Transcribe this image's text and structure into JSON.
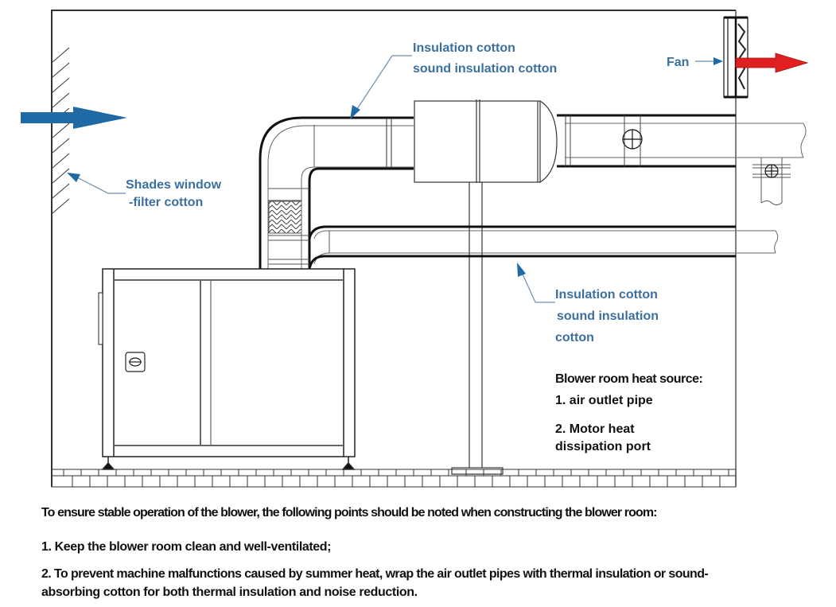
{
  "diagram": {
    "title": "Blower room layout",
    "labels": {
      "top_insulation_line1": "Insulation cotton",
      "top_insulation_line2": "sound insulation cotton",
      "fan": "Fan",
      "shades_line1": "Shades  window",
      "shades_line2": "-filter cotton",
      "lower_insulation_line1": "Insulation cotton",
      "lower_insulation_line2": "sound insulation",
      "lower_insulation_line3": "cotton"
    },
    "heat_source": {
      "title": "Blower room heat source:",
      "items": [
        "1. air outlet pipe",
        "2. Motor heat",
        "dissipation port"
      ]
    },
    "arrows": {
      "inlet": {
        "icon": "arrow-right-icon",
        "color": "#1f6aa5",
        "meaning": "air inlet"
      },
      "outlet": {
        "icon": "arrow-right-icon",
        "color": "#e02020",
        "meaning": "exhaust air"
      }
    },
    "colors": {
      "label_blue": "#3b6fa0",
      "pointer_blue": "#1f6aa5",
      "exhaust_red": "#e02020",
      "line": "#111111"
    }
  },
  "notes": {
    "intro": "To ensure stable operation of the blower, the following points should be noted when constructing the blower room:",
    "point1": "1. Keep the blower room clean and well-ventilated;",
    "point2_line1": "2. To prevent machine malfunctions caused by summer heat, wrap the air outlet pipes with thermal insulation or sound-",
    "point2_line2": "absorbing cotton for both thermal insulation and noise reduction."
  }
}
